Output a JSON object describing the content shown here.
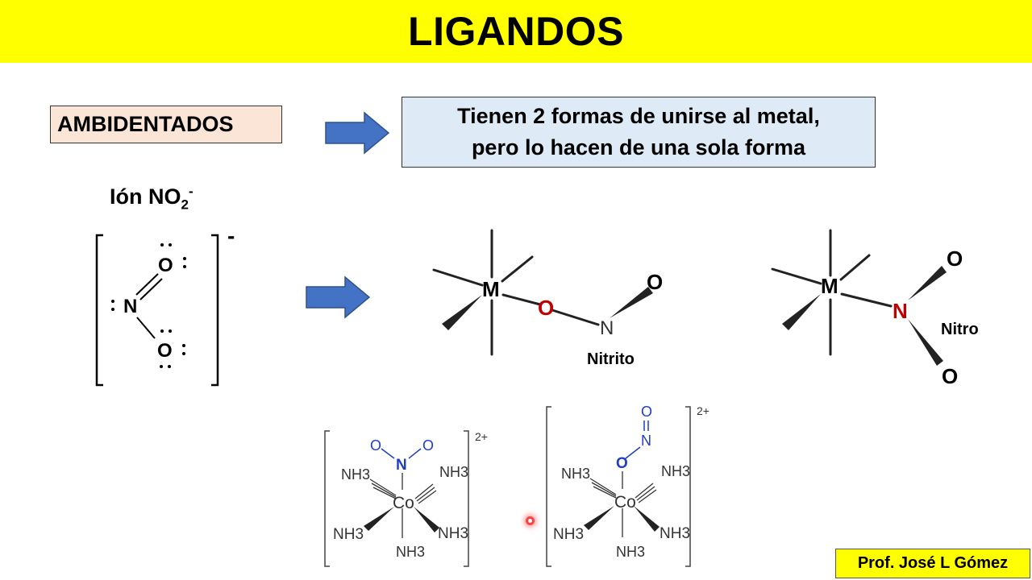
{
  "header": {
    "title": "LIGANDOS"
  },
  "category": {
    "label": "AMBIDENTADOS"
  },
  "definition": {
    "line1": "Tienen 2 formas de unirse al metal,",
    "line2": "pero lo hacen de una sola forma"
  },
  "ion": {
    "prefix": "Ión NO",
    "subscript": "2",
    "superscript": "-",
    "charge": "-",
    "atoms": {
      "nitrogen": "N",
      "oxygen": "O"
    }
  },
  "bonding_modes": {
    "metal": "M",
    "nitrito": {
      "label": "Nitrito",
      "donor": "O",
      "middle": "N",
      "terminal": "O"
    },
    "nitro": {
      "label": "Nitro",
      "donor": "N",
      "oxygen": "O"
    }
  },
  "complexes": {
    "charge": "2+",
    "center": "Co",
    "ligand": "NH3",
    "left_no2": {
      "n": "N",
      "o1": "O",
      "o2": "O"
    },
    "right_ono": {
      "o": "O",
      "n": "N",
      "o2": "O"
    }
  },
  "footer": {
    "author": "Prof. José L Gómez"
  },
  "colors": {
    "banner": "#ffff00",
    "tag_bg": "#fbe5d6",
    "definition_bg": "#deebf7",
    "arrow": "#4472c4",
    "red_atom": "#c00000",
    "blue_atom": "#1f3fbf"
  },
  "icons": {
    "arrow": "right-arrow-icon"
  }
}
